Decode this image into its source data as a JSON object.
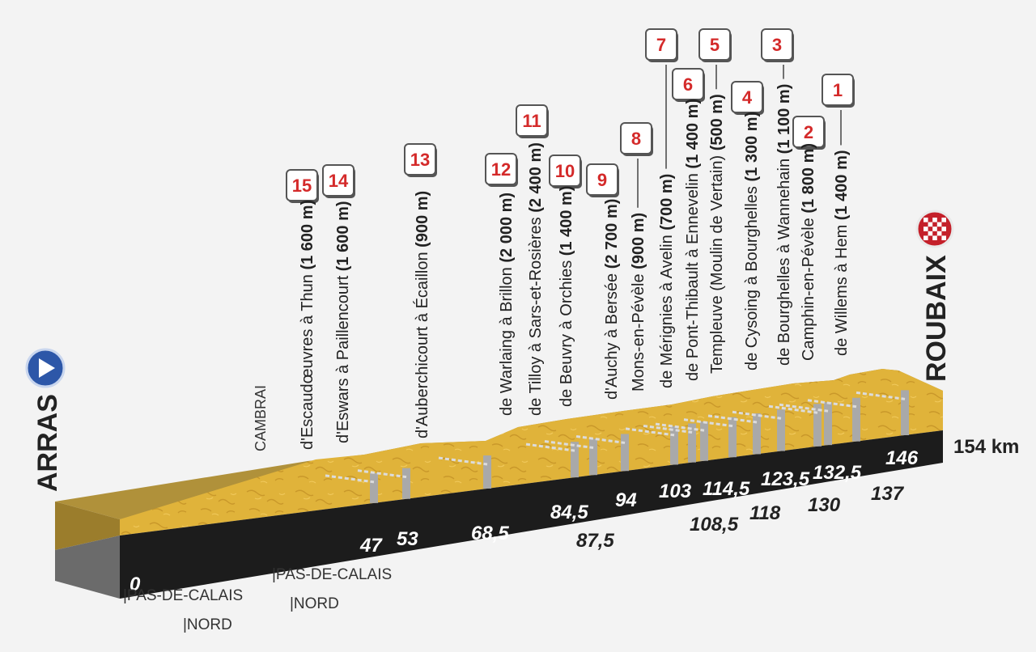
{
  "start": {
    "city": "ARRAS",
    "km": "0",
    "icon": "play-icon"
  },
  "finish": {
    "city": "ROUBAIX",
    "icon": "checkered-flag-icon"
  },
  "total": "154 km",
  "waypoint": "CAMBRAI",
  "departments": [
    {
      "top": "|PAS-DE-CALAIS",
      "bottom": "|NORD"
    },
    {
      "top": "|PAS-DE-CALAIS",
      "bottom": "|NORD"
    }
  ],
  "km_marks": {
    "top_row": [
      "47",
      "53",
      "68,5",
      "84,5",
      "94",
      "103",
      "114,5",
      "123,5",
      "132,5",
      "146"
    ],
    "bottom_row": [
      "87,5",
      "108,5",
      "118",
      "130",
      "137"
    ]
  },
  "sectors": [
    {
      "number": "15",
      "name": "d'Escaudœuvres à Thun",
      "length": "(1 600 m)"
    },
    {
      "number": "14",
      "name": "d'Eswars à Paillencourt",
      "length": "(1 600 m)"
    },
    {
      "number": "13",
      "name": "d'Auberchicourt à Écaillon",
      "length": "(900 m)"
    },
    {
      "number": "12",
      "name": "de Warlaing à Brillon",
      "length": "(2 000 m)"
    },
    {
      "number": "11",
      "name": "de Tilloy à Sars-et-Rosières",
      "length": "(2 400 m)"
    },
    {
      "number": "10",
      "name": "de Beuvry à Orchies",
      "length": "(1 400 m)"
    },
    {
      "number": "9",
      "name": "d'Auchy à Bersée",
      "length": "(2 700 m)"
    },
    {
      "number": "8",
      "name": "Mons-en-Pévèle",
      "length": "(900 m)"
    },
    {
      "number": "7",
      "name": "de Mérignies à Avelin",
      "length": "(700 m)"
    },
    {
      "number": "6",
      "name": "de Pont-Thibault à Ennevelin",
      "length": "(1 400 m)"
    },
    {
      "number": "5",
      "name": "Templeuve (Moulin de Vertain)",
      "length": "(500 m)"
    },
    {
      "number": "4",
      "name": "de Cysoing à Bourghelles",
      "length": "(1 300 m)"
    },
    {
      "number": "3",
      "name": "de Bourghelles à Wannehain",
      "length": "(1 100 m)"
    },
    {
      "number": "2",
      "name": "Camphin-en-Pévèle",
      "length": "(1 800 m)"
    },
    {
      "number": "1",
      "name": "de Willems à Hem",
      "length": "(1 400 m)"
    }
  ]
}
